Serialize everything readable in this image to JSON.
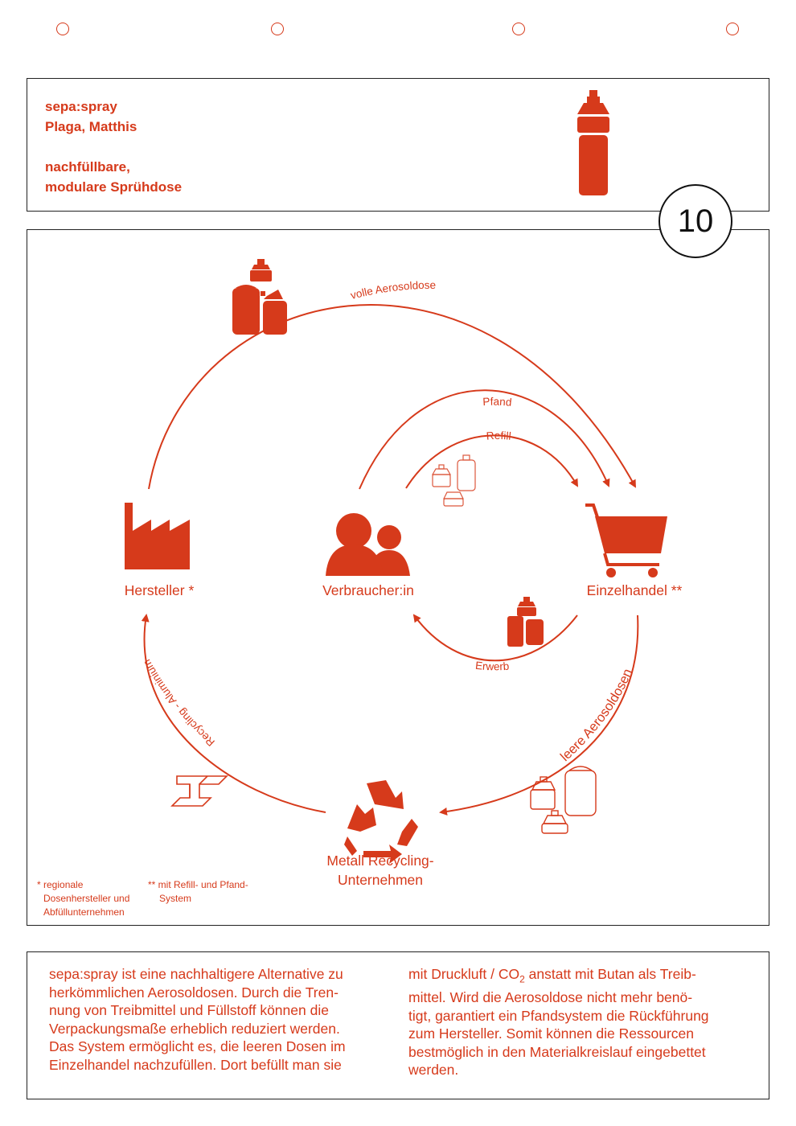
{
  "header": {
    "project": "sepa:spray",
    "author": "Plaga, Matthis",
    "subtitle_line1": "nachfüllbare,",
    "subtitle_line2": "modulare Sprühdose"
  },
  "badge": "10",
  "diagram": {
    "nodes": {
      "manufacturer": "Hersteller *",
      "consumer": "Verbraucher:in",
      "retail": "Einzelhandel **",
      "recycling_line1": "Metall Recycling-",
      "recycling_line2": "Unternehmen"
    },
    "edges": {
      "full_cans": "volle Aerosoldose",
      "deposit": "Pfand",
      "refill": "Refill",
      "purchase": "Erwerb",
      "empty_cans": "leere Aerosoldosen",
      "recycling_aluminium": "Recycling - Aluminium"
    },
    "footnotes": {
      "n1_line1": "* regionale",
      "n1_line2": "Dosenhersteller und",
      "n1_line3": "Abfüllunternehmen",
      "n2_line1": "** mit Refill- und Pfand-",
      "n2_line2": "System"
    }
  },
  "body_text": {
    "left": [
      "sepa:spray ist eine nachhaltigere Alternative zu",
      "herkömmlichen Aerosoldosen. Durch die Tren-",
      "nung von Treibmittel und Füllstoff können die",
      "Verpackungsmaße erheblich reduziert werden.",
      "Das System ermöglicht es, die leeren Dosen im",
      "Einzelhandel nachzufüllen. Dort befüllt man sie"
    ],
    "right_first_pre": "mit Druckluft / CO",
    "right_first_sub": "2",
    "right_first_post": " anstatt mit Butan als Treib-",
    "right": [
      "mittel. Wird die Aerosoldose nicht mehr benö-",
      "tigt, garantiert ein Pfandsystem die Rückführung",
      "zum Hersteller. Somit können die Ressourcen",
      "bestmöglich in den Materialkreislauf eingebettet",
      "werden."
    ]
  },
  "colors": {
    "accent": "#d63a1b",
    "frame": "#222222",
    "background": "#ffffff"
  },
  "icons": [
    "spray-can-icon",
    "factory-icon",
    "users-icon",
    "shopping-cart-icon",
    "recycle-icon",
    "steel-beam-icon"
  ]
}
